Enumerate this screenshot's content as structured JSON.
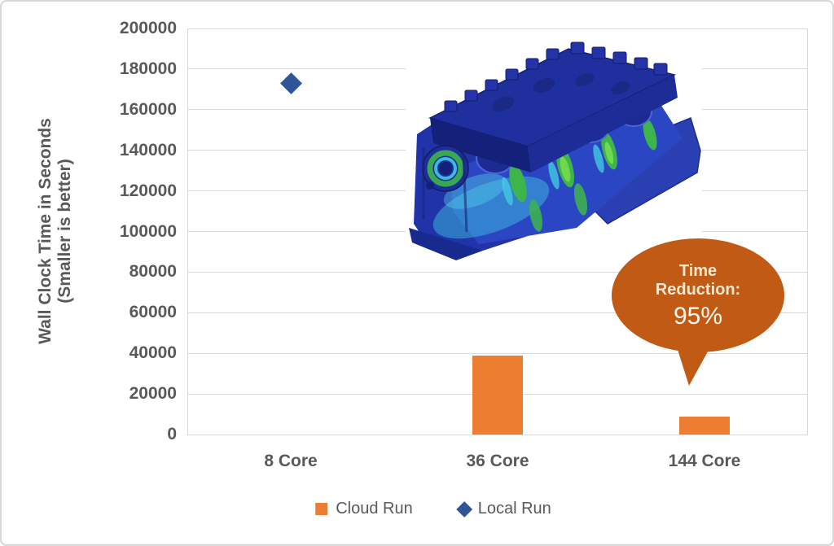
{
  "figure": {
    "background": "#ffffff",
    "border_color": "#d6d6d6",
    "gridline_color": "#d9d9d9",
    "text_color": "#595959"
  },
  "chart_data": {
    "type": "bar",
    "title": "",
    "categories": [
      "8 Core",
      "36 Core",
      "144 Core"
    ],
    "series": [
      {
        "name": "Cloud Run",
        "type": "bar",
        "color": "#ED7D31",
        "values": [
          null,
          39000,
          9000
        ]
      },
      {
        "name": "Local Run",
        "type": "scatter",
        "marker": "diamond",
        "color": "#2F5597",
        "values": [
          173000,
          null,
          null
        ]
      }
    ],
    "xlabel": "",
    "ylabel_line1": "Wall Clock Time in Seconds",
    "ylabel_line2": "(Smaller is better)",
    "ylim": [
      0,
      200000
    ],
    "ytick_step": 20000,
    "ytick_labels": [
      "0",
      "20000",
      "40000",
      "60000",
      "80000",
      "100000",
      "120000",
      "140000",
      "160000",
      "180000",
      "200000"
    ],
    "grid": "horizontal",
    "legend_position": "bottom"
  },
  "legend": {
    "items": [
      {
        "label": "Cloud Run",
        "swatch": "square",
        "color": "#ED7D31"
      },
      {
        "label": "Local Run",
        "swatch": "diamond",
        "color": "#2F5597"
      }
    ]
  },
  "annotation": {
    "line1": "Time",
    "line2": "Reduction:",
    "value": "95%",
    "bubble_color": "#C05A15",
    "text_color": "#F6E7CF",
    "value_color": "#FDF7EE"
  }
}
